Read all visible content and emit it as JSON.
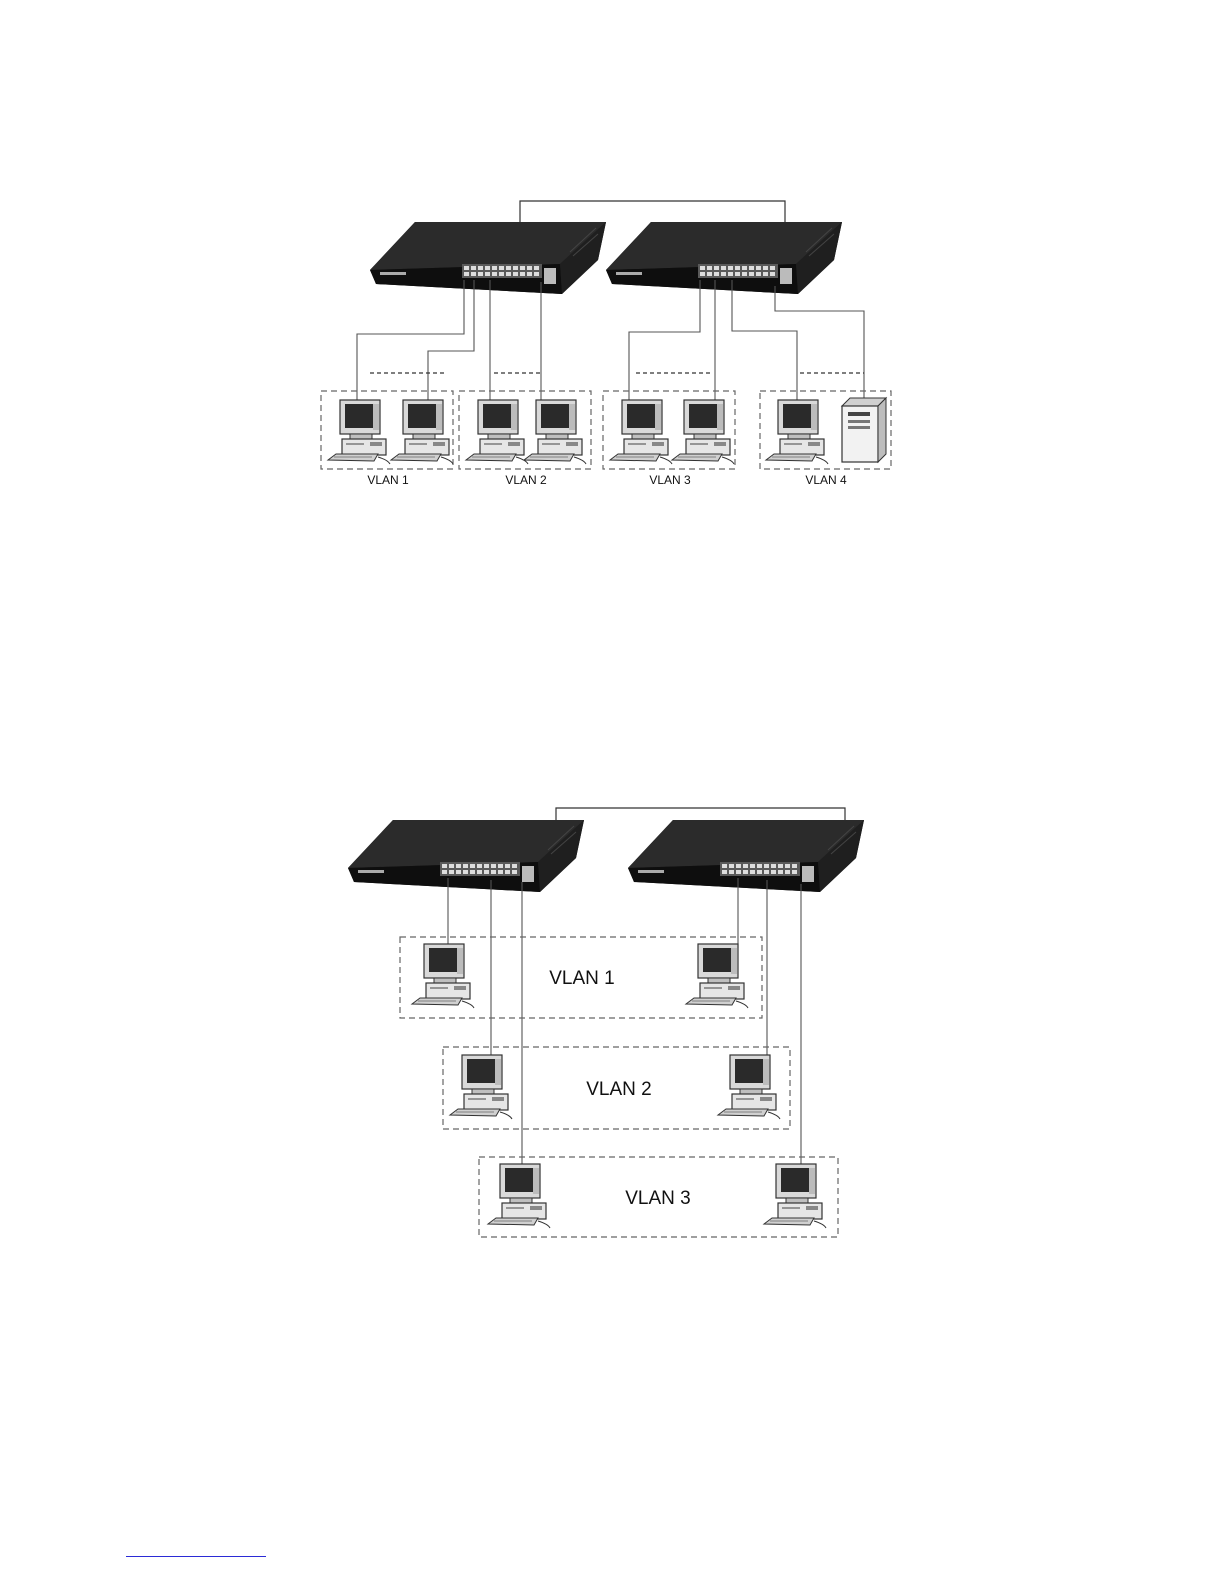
{
  "diagram_1": {
    "vlans": [
      {
        "label": "VLAN 1",
        "devices": [
          "workstation",
          "workstation"
        ]
      },
      {
        "label": "VLAN 2",
        "devices": [
          "workstation",
          "workstation"
        ]
      },
      {
        "label": "VLAN 3",
        "devices": [
          "workstation",
          "workstation"
        ]
      },
      {
        "label": "VLAN 4",
        "devices": [
          "workstation",
          "server"
        ]
      }
    ]
  },
  "diagram_2": {
    "vlans": [
      {
        "label": "VLAN 1"
      },
      {
        "label": "VLAN 2"
      },
      {
        "label": "VLAN 3"
      }
    ]
  },
  "colors": {
    "switch_body": "#141414",
    "switch_top": "#2a2a2a",
    "line": "#555555",
    "dash": "#777777",
    "footnote_rule": "#2b2bd6"
  }
}
